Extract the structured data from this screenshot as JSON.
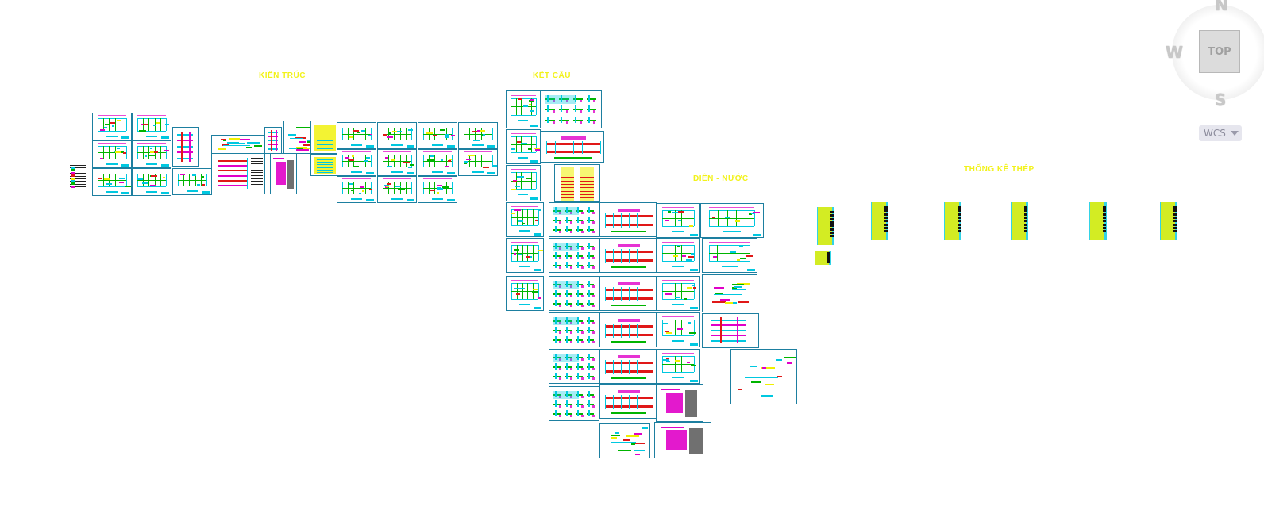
{
  "drawing": {
    "groups": [
      {
        "id": "kien-truc",
        "title": "KIẾN TRÚC"
      },
      {
        "id": "ket-cau",
        "title": "KẾT CẤU"
      },
      {
        "id": "dien-nuoc",
        "title": "ĐIỆN - NƯỚC"
      },
      {
        "id": "thong-ke-thep",
        "title": "THỐNG KÊ THÉP"
      }
    ]
  },
  "viewcube": {
    "north": "N",
    "west": "W",
    "south": "S",
    "face": "TOP",
    "ucs_label": "WCS"
  },
  "colors": {
    "background": "#ffffff",
    "sheet_border": "#1d7fa0",
    "title_yellow": "#f2f21a",
    "cad_cyan": "#00c8e0",
    "cad_green": "#00b400",
    "cad_magenta": "#e000c8",
    "cad_red": "#e01818",
    "cad_yellow": "#f0f000"
  }
}
